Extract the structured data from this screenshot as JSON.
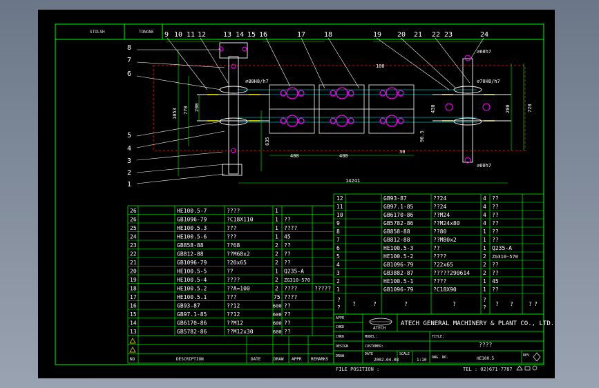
{
  "drawing": {
    "stamp_left": "STOLSH",
    "stamp_mid": "TONGNE",
    "balloons_top": [
      "9",
      "10",
      "11",
      "12",
      "13",
      "14",
      "15",
      "16",
      "17",
      "18",
      "19",
      "20",
      "21",
      "22",
      "23",
      "24"
    ],
    "balloons_left": [
      "8",
      "7",
      "6",
      "5",
      "4",
      "3",
      "2",
      "1"
    ],
    "dims": {
      "d1": "⌀80H8/h7",
      "d2": "⌀70H8/h7",
      "d3": "⌀60h7",
      "d4": "⌀60h7",
      "d5": "100",
      "d6": "1053",
      "d7": "770",
      "d8": "200",
      "d9": "635",
      "d10": "400",
      "d11": "400",
      "d12": "430",
      "d13": "96.5",
      "d14": "30",
      "d15": "200",
      "d16": "728",
      "d17": "14241"
    }
  },
  "bom_left": {
    "rows": [
      {
        "no": "26",
        "code": "HE100.5-7",
        "desc": "????",
        "qty": "1",
        "mat": "",
        "note": ""
      },
      {
        "no": "26",
        "code": "GB1096-79",
        "desc": "?C18X110",
        "qty": "1",
        "mat": "??",
        "note": ""
      },
      {
        "no": "25",
        "code": "HE100.5.3",
        "desc": "???",
        "qty": "1",
        "mat": "????",
        "note": ""
      },
      {
        "no": "24",
        "code": "HE100.5-6",
        "desc": "???",
        "qty": "1",
        "mat": "45",
        "note": ""
      },
      {
        "no": "23",
        "code": "GB858-88",
        "desc": "??68",
        "qty": "2",
        "mat": "??",
        "note": ""
      },
      {
        "no": "22",
        "code": "GB812-88",
        "desc": "??M68x2",
        "qty": "2",
        "mat": "??",
        "note": ""
      },
      {
        "no": "21",
        "code": "GB1096-79",
        "desc": "?20x65",
        "qty": "2",
        "mat": "??",
        "note": ""
      },
      {
        "no": "20",
        "code": "HE100.5-5",
        "desc": "??",
        "qty": "1",
        "mat": "Q235-A",
        "note": ""
      },
      {
        "no": "19",
        "code": "HE100.5-4",
        "desc": "????",
        "qty": "2",
        "mat": "ZG310-570",
        "note": ""
      },
      {
        "no": "18",
        "code": "HE100.5.2",
        "desc": "??A=100",
        "qty": "2",
        "mat": "????",
        "note": "?????"
      },
      {
        "no": "17",
        "code": "HE100.5.1",
        "desc": "???",
        "qty": "75",
        "mat": "????",
        "note": ""
      },
      {
        "no": "16",
        "code": "GB93-87",
        "desc": "??12",
        "qty": "600",
        "mat": "??",
        "note": ""
      },
      {
        "no": "15",
        "code": "GB97.1-85",
        "desc": "??12",
        "qty": "600",
        "mat": "??",
        "note": ""
      },
      {
        "no": "14",
        "code": "GB6170-86",
        "desc": "??M12",
        "qty": "600",
        "mat": "??",
        "note": ""
      },
      {
        "no": "13",
        "code": "GB5782-86",
        "desc": "??M12x30",
        "qty": "600",
        "mat": "??",
        "note": ""
      }
    ],
    "rev_headers": [
      "NO",
      "DESCRIPTION",
      "DATE",
      "DRAW",
      "APPR",
      "REMARKS"
    ]
  },
  "bom_right": {
    "rows": [
      {
        "no": "12",
        "code": "GB93-87",
        "desc": "??24",
        "qty": "4",
        "mat": "??"
      },
      {
        "no": "11",
        "code": "GB97.1-85",
        "desc": "??24",
        "qty": "4",
        "mat": "??"
      },
      {
        "no": "10",
        "code": "GB6170-86",
        "desc": "??M24",
        "qty": "4",
        "mat": "??"
      },
      {
        "no": "9",
        "code": "GB5782-86",
        "desc": "??M24x80",
        "qty": "4",
        "mat": "??"
      },
      {
        "no": "8",
        "code": "GB858-88",
        "desc": "??80",
        "qty": "1",
        "mat": "??"
      },
      {
        "no": "7",
        "code": "GB812-88",
        "desc": "??M80x2",
        "qty": "1",
        "mat": "??"
      },
      {
        "no": "6",
        "code": "HE100.5-3",
        "desc": "??",
        "qty": "1",
        "mat": "Q235-A"
      },
      {
        "no": "5",
        "code": "HE100.5-2",
        "desc": "????",
        "qty": "2",
        "mat": "ZG310-570"
      },
      {
        "no": "4",
        "code": "GB1096-79",
        "desc": "?22x65",
        "qty": "2",
        "mat": "??"
      },
      {
        "no": "3",
        "code": "GB3882-87",
        "desc": "?????290614",
        "qty": "2",
        "mat": "??"
      },
      {
        "no": "2",
        "code": "HE100.5-1",
        "desc": "????",
        "qty": "1",
        "mat": "45"
      },
      {
        "no": "1",
        "code": "GB1096-79",
        "desc": "?C18X90",
        "qty": "1",
        "mat": "??"
      }
    ],
    "header_q": "?"
  },
  "title_block": {
    "company": "ATECH GENERAL MACHINERY & PLANT CO., LTD.",
    "logo_text": "ATECH",
    "appr": "APPR",
    "chkd": "CHKD",
    "chkd2": "CHKD",
    "design": "DESIGN",
    "draw": "DRAW",
    "model": "MODEL:",
    "customer": "CUSTOMER:",
    "title_label": "TITLE:",
    "title_value": "????",
    "date_label": "DATE",
    "date_value": "2002.04.08",
    "scale_label": "SCALE",
    "scale_value": "1:10",
    "dwg_label": "DWG. NO.",
    "dwg_value": "HE100.5",
    "rev_label": "REV"
  },
  "footer": {
    "file_position": "FILE POSITION :",
    "tel": "TEL : 02)671-7787"
  },
  "colors": {
    "line": "#00ff00",
    "outline": "#ffffff",
    "magenta": "#ff00ff",
    "red": "#ff2020",
    "yellow": "#ffff00",
    "cyan": "#00ffff"
  }
}
